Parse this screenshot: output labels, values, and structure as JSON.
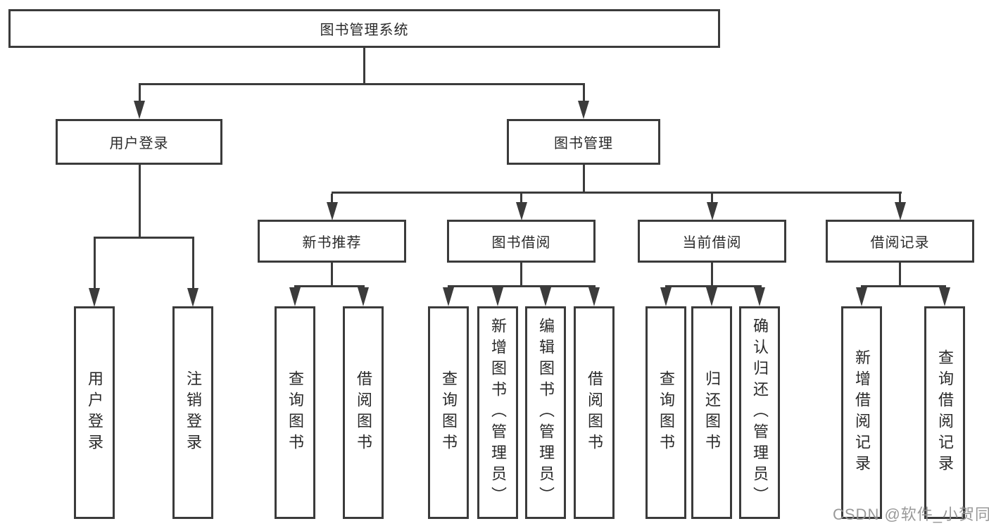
{
  "diagram": {
    "type": "hierarchy-flowchart",
    "root": {
      "label": "图书管理系统"
    },
    "level2": [
      {
        "label": "用户登录",
        "parent": "图书管理系统"
      },
      {
        "label": "图书管理",
        "parent": "图书管理系统"
      }
    ],
    "level3": [
      {
        "label": "新书推荐",
        "parent": "图书管理"
      },
      {
        "label": "图书借阅",
        "parent": "图书管理"
      },
      {
        "label": "当前借阅",
        "parent": "图书管理"
      },
      {
        "label": "借阅记录",
        "parent": "图书管理"
      }
    ],
    "leaves": [
      {
        "label": "用户登录",
        "parent": "用户登录"
      },
      {
        "label": "注销登录",
        "parent": "用户登录"
      },
      {
        "label": "查询图书",
        "parent": "新书推荐"
      },
      {
        "label": "借阅图书",
        "parent": "新书推荐"
      },
      {
        "label": "查询图书",
        "parent": "图书借阅"
      },
      {
        "label": "新增图书（管理员）",
        "parent": "图书借阅"
      },
      {
        "label": "编辑图书（管理员）",
        "parent": "图书借阅"
      },
      {
        "label": "借阅图书",
        "parent": "图书借阅"
      },
      {
        "label": "查询图书",
        "parent": "当前借阅"
      },
      {
        "label": "归还图书",
        "parent": "当前借阅"
      },
      {
        "label": "确认归还（管理员）",
        "parent": "当前借阅"
      },
      {
        "label": "新增借阅记录",
        "parent": "借阅记录"
      },
      {
        "label": "查询借阅记录",
        "parent": "借阅记录"
      }
    ]
  },
  "watermark": {
    "text": "CSDN @软件_小贺同学"
  },
  "colors": {
    "line": "#3b3b3b",
    "box_border": "#3b3b3b",
    "box_fill": "#ffffff",
    "text": "#2a2a2a",
    "watermark": "#949494",
    "background": "#ffffff"
  }
}
